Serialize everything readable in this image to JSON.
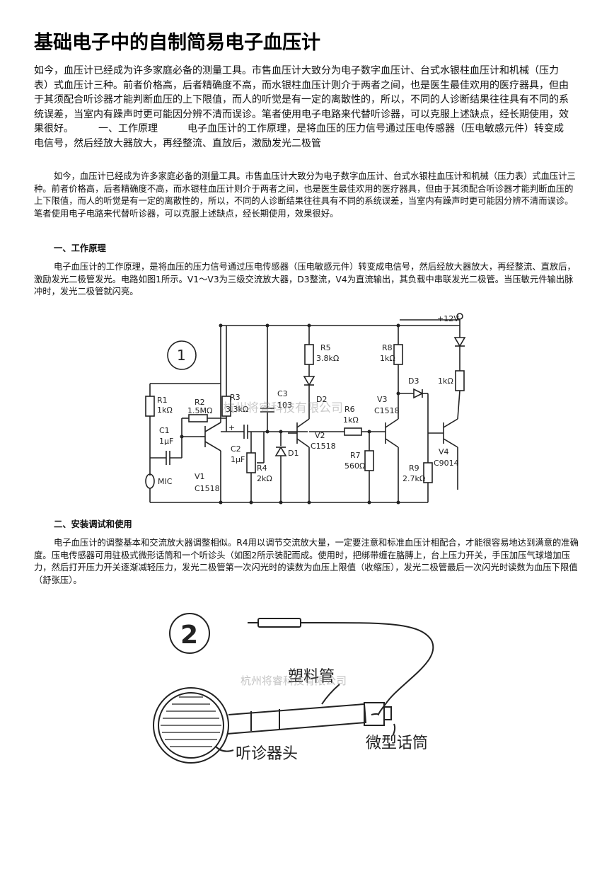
{
  "title": "基础电子中的自制简易电子血压计",
  "intro": "如今，血压计已经成为许多家庭必备的测量工具。市售血压计大致分为电子数字血压计、台式水银柱血压计和机械（压力表）式血压计三种。前者价格高，后者精确度不高，而水银柱血压计则介于两者之间，也是医生最佳欢用的医疗器具，但由于其须配合听诊器才能判断血压的上下限值，而人的听觉是有一定的离散性的，所以，不同的人诊断结果往往具有不同的系统误差，当室内有躁声时更可能因分辨不清而误诊。笔者使用电子电路来代替听诊器，可以克服上述缺点，经长期使用，效果很好。　　　一、工作原理　　　电子血压计的工作原理，是将血压的压力信号通过压电传感器（压电敏感元件）转变成电信号，然后经放大器放大，再经整流、直放后，激励发光二极管",
  "para1": "如今，血压计已经成为许多家庭必备的测量工具。市售血压计大致分为电子数字血压计、台式水银柱血压计和机械（压力表）式血压计三种。前者价格高，后者精确度不高，而水银柱血压计则介于两者之间，也是医生最佳欢用的医疗器具，但由于其须配合听诊器才能判断血压的上下限值，而人的听觉是有一定的离散性的，所以，不同的人诊断结果往往具有不同的系统误差，当室内有躁声时更可能因分辨不清而误诊。笔者使用电子电路来代替听诊器，可以克服上述缺点，经长期使用，效果很好。",
  "heading1": "一、工作原理",
  "para2": "电子血压计的工作原理，是将血压的压力信号通过压电传感器（压电敏感元件）转变成电信号，然后经放大器放大，再经整流、直放后，激励发光二极管发光。电路如图1所示。V1～V3为三级交流放大器，D3整流，V4为直流输出，其负载中串联发光二极管。当压敏元件输出脉冲时，发光二极管就闪亮。",
  "heading2": "二、安装调试和使用",
  "para3": "电子血压计的调整基本和交流放大器调整相似。R4用以调节交流放大量，一定要注意和标准血压计相配合，才能很容易地达到满意的准确度。压电传感器可用驻极式微形话筒和一个听诊头（如图2所示装配而成。使用时，把绑带缠在胳膊上，台上压力开关，手压加压气球增加压力，然后打开压力开关逐渐减轻压力，发光二极管第一次闪光时的读数为血压上限值（收缩压），发光二极管最后一次闪光时读数为血压下限值（舒张压）。",
  "figure1": {
    "number": "1",
    "watermark": "杭州将睿科技有限公司",
    "supply": "+12V",
    "labels": {
      "r1": "R1",
      "r1v": "1kΩ",
      "r2": "R2",
      "r2v": "1.5MΩ",
      "r3": "R3",
      "r3v": "3.3kΩ",
      "r4": "R4",
      "r4v": "2kΩ",
      "r5": "R5",
      "r5v": "3.8kΩ",
      "r6": "R6",
      "r6v": "1kΩ",
      "r7": "R7",
      "r7v": "560Ω",
      "r8": "R8",
      "r8v": "1kΩ",
      "r9": "R9",
      "r9v": "2.7kΩ",
      "rled": "1kΩ",
      "c1": "C1",
      "c1v": "1μF",
      "c2": "C2",
      "c2v": "1μF",
      "c3": "C3",
      "c3v": "103",
      "d1": "D1",
      "d2": "D2",
      "d3": "D3",
      "v1": "V1",
      "v1t": "C1518",
      "v2": "V2",
      "v2t": "C1518",
      "v3": "V3",
      "v3t": "C1518",
      "v4": "V4",
      "v4t": "C9014",
      "mic": "MIC",
      "plus": "+"
    }
  },
  "figure2": {
    "number": "2",
    "watermark": "杭州将睿科技有限公司",
    "tube_label": "塑料管",
    "mic_label": "微型话筒",
    "head_label": "听诊器头"
  }
}
